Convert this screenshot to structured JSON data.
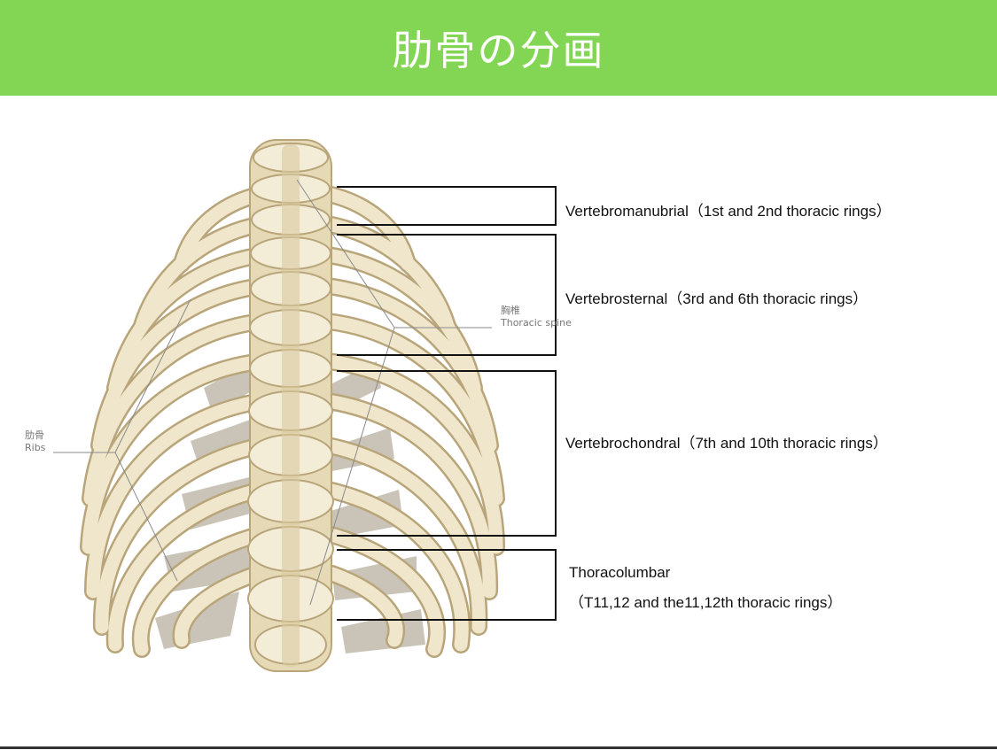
{
  "header": {
    "title": "肋骨の分画"
  },
  "figure": {
    "spine_label_ja": "胸椎",
    "spine_label_en": "Thoracic spine",
    "ribs_label_ja": "肋骨",
    "ribs_label_en": "Ribs"
  },
  "segments": [
    {
      "label": "Vertebromanubrial（1st and 2nd thoracic rings）"
    },
    {
      "label": "Vertebrosternal（3rd and 6th thoracic rings）"
    },
    {
      "label": "Vertebrochondral（7th and 10th thoracic rings）"
    },
    {
      "label_line1": "Thoracolumbar",
      "label_line2": "（T11,12 and the11,12th thoracic rings）"
    }
  ],
  "colors": {
    "header_bg": "#83d654",
    "bone": "#ede3c6",
    "bone_outline": "#b9a57a",
    "cartilage_shadow": "#b2ab9a"
  }
}
